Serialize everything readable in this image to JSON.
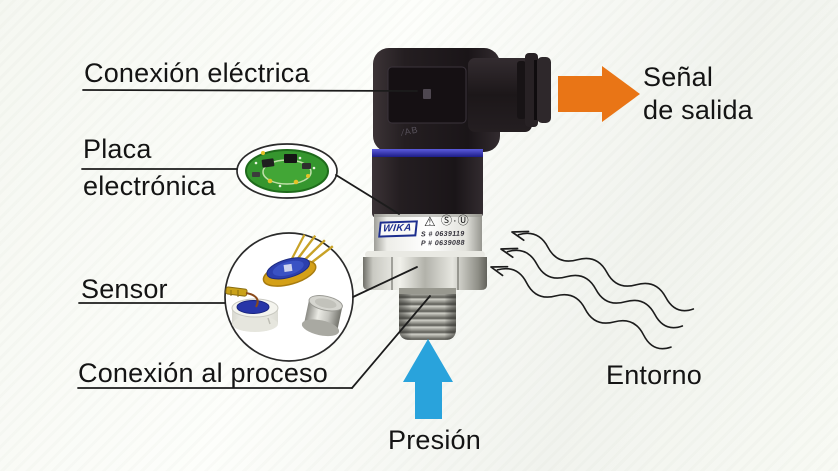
{
  "labels": {
    "electrical_connection": "Conexión eléctrica",
    "electronic_board_line1": "Placa",
    "electronic_board_line2": "electrónica",
    "sensor": "Sensor",
    "process_connection": "Conexión al proceso",
    "output_signal_line1": "Señal",
    "output_signal_line2": "de salida",
    "environment": "Entorno",
    "pressure": "Presión"
  },
  "device": {
    "brand": "WIKA",
    "label_serial_line1": "S # 0639119",
    "label_serial_line2": "P # 0639088",
    "warning_icon": "⚠",
    "cert_marks": "Ⓢ·Ⓤ",
    "connector_marking": "∕AB"
  },
  "colors": {
    "output_arrow": "#e97516",
    "pressure_arrow": "#29a3dc",
    "callout_line": "#1c1c1c",
    "wika_blue": "#1d2e8e",
    "pcb_green": "#35962e",
    "seal_ring_blue": "#3a3ac0",
    "background": "#f7f9f3"
  }
}
